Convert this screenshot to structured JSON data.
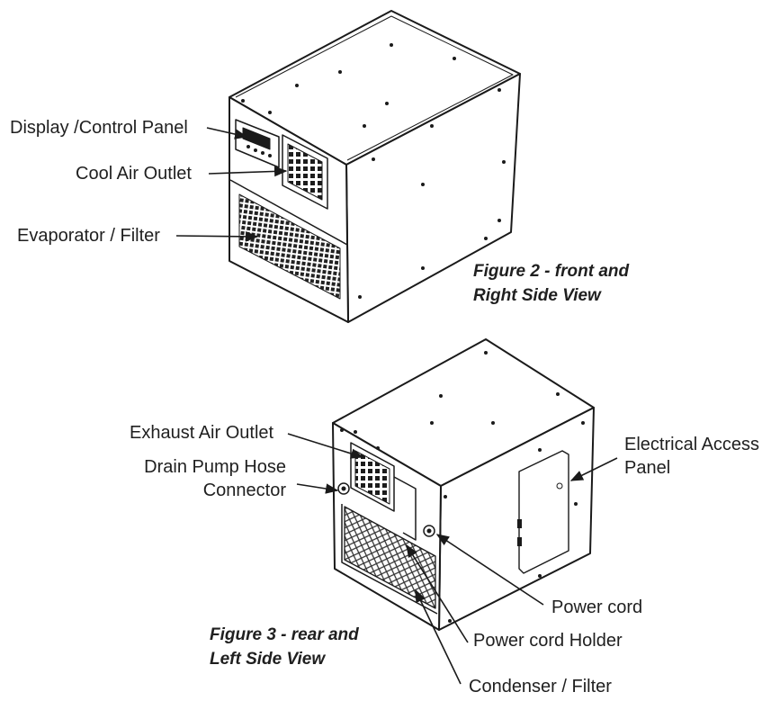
{
  "figure2": {
    "caption_line1": "Figure 2 - front and",
    "caption_line2": "Right Side View",
    "labels": {
      "display_control_panel": "Display /Control Panel",
      "cool_air_outlet": "Cool Air Outlet",
      "evaporator_filter": "Evaporator / Filter"
    }
  },
  "figure3": {
    "caption_line1": "Figure 3 - rear and",
    "caption_line2": "Left Side View",
    "labels": {
      "exhaust_air_outlet": "Exhaust Air Outlet",
      "drain_pump_hose_line1": "Drain Pump Hose",
      "drain_pump_hose_line2": "Connector",
      "electrical_access_line1": "Electrical Access",
      "electrical_access_line2": "Panel",
      "power_cord": "Power cord",
      "power_cord_holder": "Power cord Holder",
      "condenser_filter": "Condenser / Filter"
    }
  }
}
